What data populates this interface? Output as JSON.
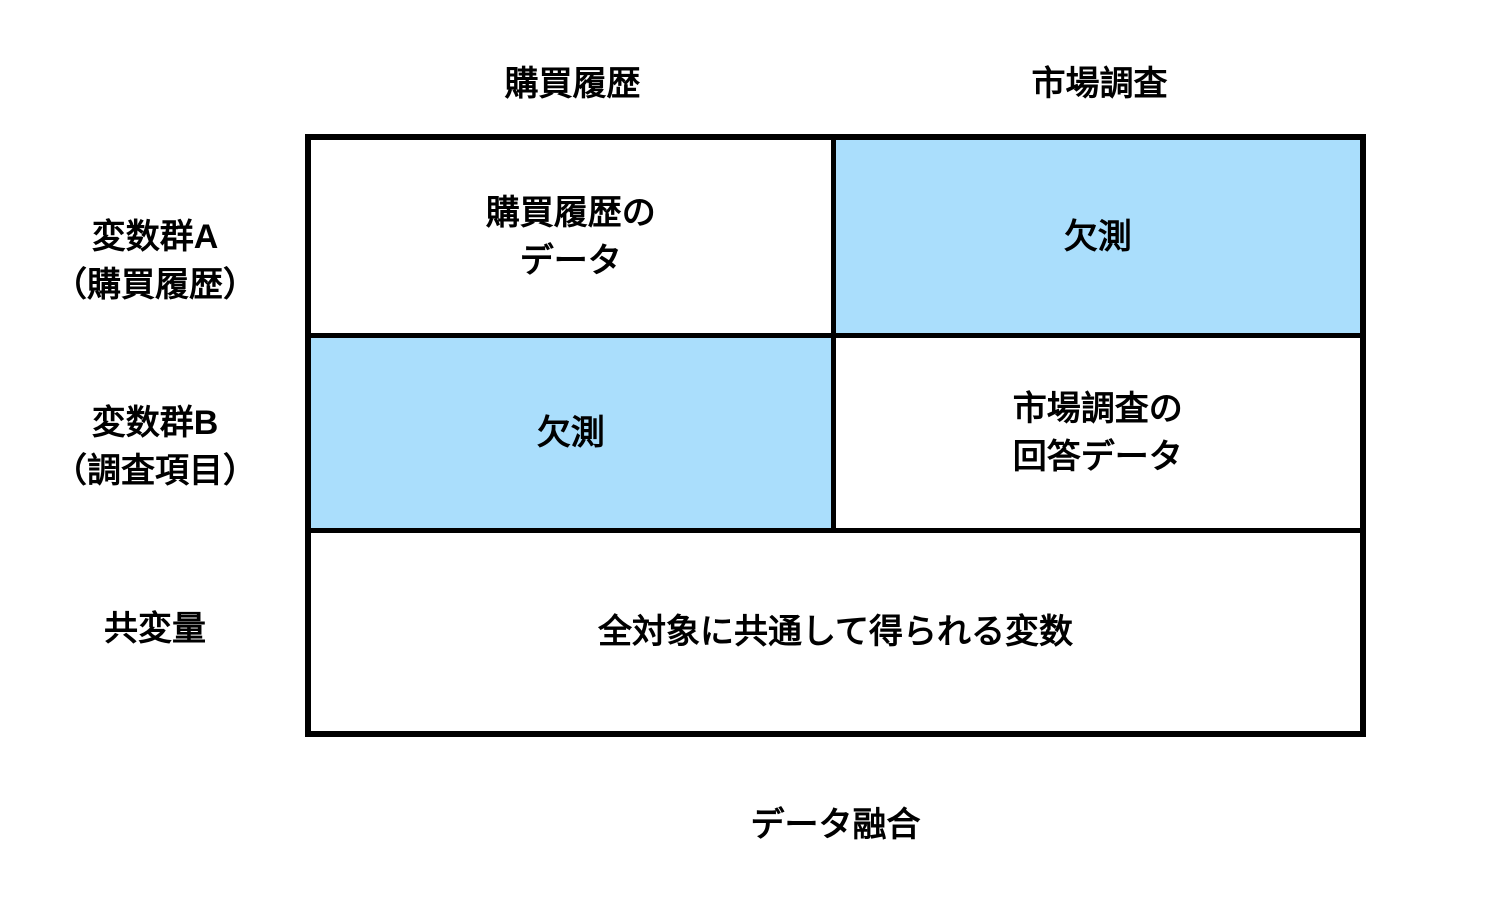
{
  "diagram": {
    "caption": "データ融合",
    "column_headers": [
      {
        "label": "購買履歴"
      },
      {
        "label": "市場調査"
      }
    ],
    "row_labels": [
      {
        "line1": "変数群A",
        "line2": "（購買履歴）"
      },
      {
        "line1": "変数群B",
        "line2": "（調査項目）"
      },
      {
        "line1": "共変量",
        "line2": ""
      }
    ],
    "cells": {
      "a1": {
        "line1": "購買履歴の",
        "line2": "データ"
      },
      "a2": {
        "label": "欠測"
      },
      "b1": {
        "label": "欠測"
      },
      "b2": {
        "line1": "市場調査の",
        "line2": "回答データ"
      },
      "covariate": {
        "label": "全対象に共通して得られる変数"
      }
    },
    "colors": {
      "missing_fill": "#AADEFC",
      "border": "#000000",
      "background": "#FFFFFF"
    }
  }
}
